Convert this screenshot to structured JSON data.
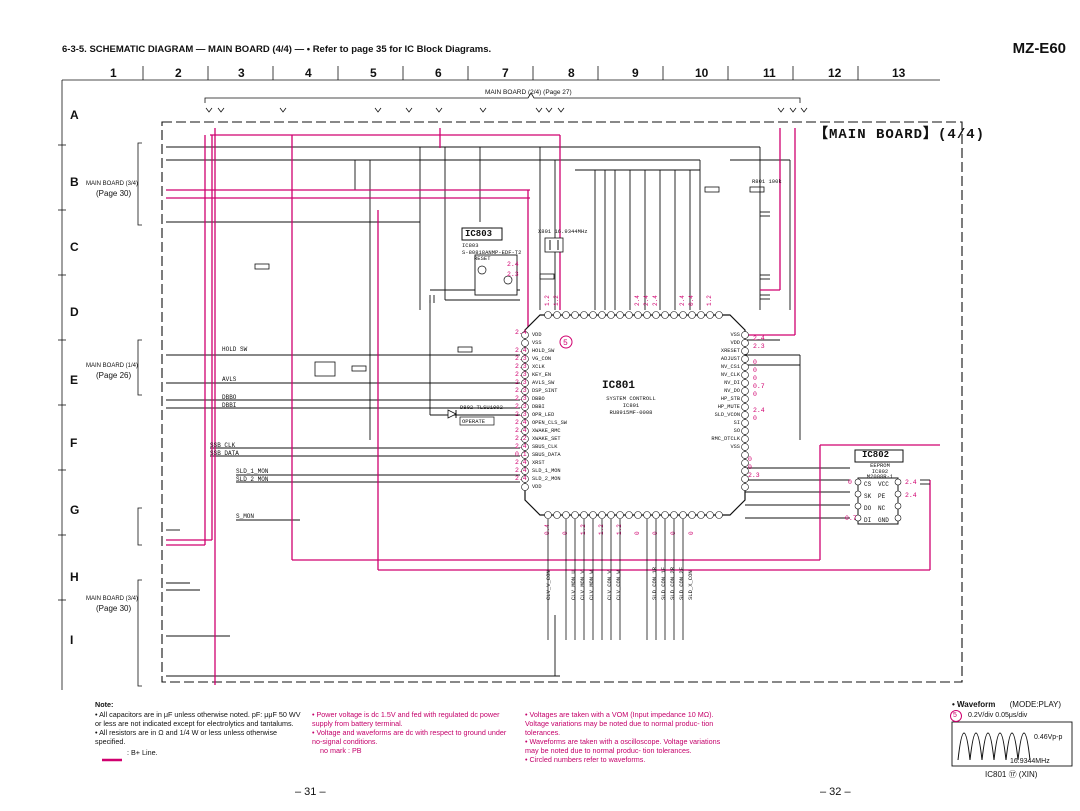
{
  "header": {
    "model": "MZ-E60",
    "title": "6-3-5. SCHEMATIC DIAGRAM — MAIN BOARD (4/4) —  • Refer to page 35 for IC Block Diagrams."
  },
  "grid": {
    "columns": [
      "1",
      "2",
      "3",
      "4",
      "5",
      "6",
      "7",
      "8",
      "9",
      "10",
      "11",
      "12",
      "13"
    ],
    "rows": [
      "A",
      "B",
      "C",
      "D",
      "E",
      "F",
      "G",
      "H",
      "I"
    ]
  },
  "board_title": "【MAIN BOARD】(4/4)",
  "refs": {
    "top": "MAIN BOARD (2/4)",
    "top_page": "(Page 27)",
    "left_b": "MAIN BOARD (3/4)",
    "left_b_page": "(Page 30)",
    "left_e": "MAIN BOARD (1/4)",
    "left_e_page": "(Page 26)",
    "left_h": "MAIN BOARD (3/4)",
    "left_h_page": "(Page 30)"
  },
  "ic801": {
    "name": "IC801",
    "desc1": "SYSTEM CONTROLL",
    "desc2": "IC801",
    "part": "RU8915MF-0008"
  },
  "ic802": {
    "name": "IC802",
    "desc1": "EEPROM",
    "desc2": "IC802",
    "part": "M2008R-1"
  },
  "ic803": {
    "name": "IC803",
    "desc1": "IC803",
    "part": "S-80818ANMP-EDF-T2",
    "pin": "RESET"
  },
  "ic801_left_pins": [
    "VDD",
    "VSS",
    "HOLD_SW",
    "VG_CON",
    "XCLK",
    "KEY_EN",
    "AVLS_SW",
    "DSP_SINT",
    "DBBO",
    "DBBI",
    "OPR_LED",
    "OPEN_CLS_SW",
    "XWAKE_RMC",
    "XWAKE_SET",
    "SBUS_CLK",
    "SBUS_DATA",
    "XRST",
    "SLD_1_MON",
    "SLD_2_MON",
    "VDD"
  ],
  "ic801_right_pins": [
    "VSS",
    "VDD",
    "XRESET",
    "ADJUST",
    "NV_CS1",
    "NV_CLK",
    "NV_DI",
    "NV_DO",
    "HP_STB",
    "HP_MUTE",
    "SLD_VCON",
    "",
    "SI",
    "SO",
    "RMC_DTCLK",
    "VSS"
  ],
  "ic802_pins_left": [
    "CS",
    "SK",
    "DO",
    "DI"
  ],
  "ic802_pins_right": [
    "VCC",
    "PE",
    "NC",
    "GND"
  ],
  "left_signals": [
    "HOLD SW",
    "AVLS",
    "DBBO",
    "DBBI",
    "SSB CLK",
    "SSB DATA",
    "SLD_1_MON",
    "SLD_2_MON",
    "S_MON"
  ],
  "bottom_signals": [
    "CLV_V_CON",
    "CLV_MON_U",
    "CLV_MON_V",
    "CLV_MON_W",
    "CLV_CON_V",
    "CLV_CON_W",
    "SLD_CON_1R",
    "SLD_CON_1F",
    "SLD_CON_2R",
    "SLD_CON_2F",
    "SLD_X_CON"
  ],
  "components": {
    "crystal": "X801 16.9344MHz",
    "led": "D802 TLSU1002",
    "led_label": "OPERATE",
    "r801": "R801 100k"
  },
  "notes": {
    "heading": "Note:",
    "col1": [
      "• All capacitors are in μF unless otherwise noted. pF: μμF 50 WV or less are not indicated except for electrolytics and tantalums.",
      "• All resistors are in Ω and 1/4 W or less unless otherwise specified."
    ],
    "legend": ": B+ Line.",
    "col2": [
      "• Power voltage is dc 1.5V and fed with regulated dc power supply from battery terminal.",
      "• Voltage and waveforms are dc with respect to ground under no-signal conditions.",
      "no mark : PB"
    ],
    "col3": [
      "• Voltages are taken with a VOM (Input impedance 10 MΩ). Voltage variations may be noted due to normal produc- tion tolerances.",
      "• Waveforms are taken with a oscilloscope. Voltage variations may be noted due to normal produc- tion tolerances.",
      "• Circled numbers refer to waveforms."
    ]
  },
  "waveform": {
    "title": "• Waveform",
    "mode": "(MODE:PLAY)",
    "num": "5",
    "scale": "0.2V/div  0.05μs/div",
    "amplitude": "0.46Vp-p",
    "freq": "16.9344MHz",
    "source": "IC801 ⑰ (XIN)"
  },
  "pages": {
    "left": "– 31 –",
    "right": "– 32 –"
  },
  "colors": {
    "b_plus": "#d0006f",
    "line": "#111111"
  }
}
